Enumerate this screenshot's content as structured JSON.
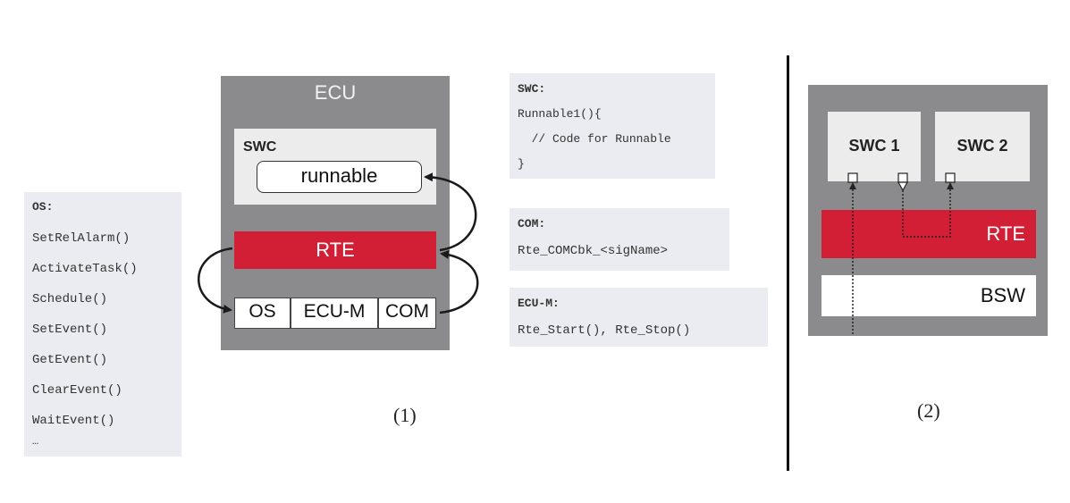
{
  "os_box": {
    "title": "OS:",
    "items": [
      "SetRelAlarm()",
      "ActivateTask()",
      "Schedule()",
      "SetEvent()",
      "GetEvent()",
      "ClearEvent()",
      "WaitEvent()",
      "…"
    ]
  },
  "diagram1": {
    "ecu_title": "ECU",
    "swc_label": "SWC",
    "runnable_label": "runnable",
    "rte_label": "RTE",
    "bsw_cells": [
      "OS",
      "ECU-M",
      "COM"
    ],
    "caption": "(1)"
  },
  "code_swc": {
    "title": "SWC:",
    "lines": [
      "Runnable1(){",
      "  // Code for Runnable",
      "}"
    ]
  },
  "code_com": {
    "title": "COM:",
    "lines": [
      "Rte_COMCbk_<sigName>"
    ]
  },
  "code_ecum": {
    "title": "ECU-M:",
    "lines": [
      "Rte_Start(), Rte_Stop()"
    ]
  },
  "diagram2": {
    "swc1_label": "SWC 1",
    "swc2_label": "SWC 2",
    "rte_label": "RTE",
    "bsw_label": "BSW",
    "caption": "(2)"
  },
  "colors": {
    "rte_red": "#d21f35",
    "ecu_gray": "#8b8b8d",
    "code_bg": "#ebebf2"
  }
}
